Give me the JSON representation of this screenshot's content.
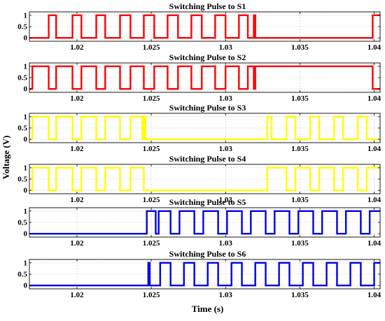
{
  "figure": {
    "xlabel": "Time (s)",
    "ylabel": "Voltage (V)"
  },
  "chart_data": [
    {
      "type": "line",
      "title": "Switching Pulse to S1",
      "color": "#ff0000",
      "xlim": [
        1.0168,
        1.0404
      ],
      "ylim": [
        -0.15,
        1.15
      ],
      "xticks": [
        1.02,
        1.025,
        1.03,
        1.035,
        1.04
      ],
      "yticks": [
        0,
        0.5,
        1
      ],
      "grid": true,
      "series": [
        {
          "x": [
            1.0168,
            1.0181,
            1.0181,
            1.0186,
            1.0186,
            1.0197,
            1.0197,
            1.0203,
            1.0203,
            1.0213,
            1.0213,
            1.0219,
            1.0219,
            1.0229,
            1.0229,
            1.0236,
            1.0236,
            1.0245,
            1.0245,
            1.0252,
            1.0252,
            1.0261,
            1.0261,
            1.0268,
            1.0268,
            1.0277,
            1.0277,
            1.0284,
            1.0284,
            1.0293,
            1.0293,
            1.03,
            1.03,
            1.0309,
            1.0309,
            1.0315,
            1.0315,
            1.0319,
            1.0319,
            1.032,
            1.032,
            1.0399,
            1.0399,
            1.0404
          ],
          "y": [
            0,
            0,
            1,
            1,
            0,
            0,
            1,
            1,
            0,
            0,
            1,
            1,
            0,
            0,
            1,
            1,
            0,
            0,
            1,
            1,
            0,
            0,
            1,
            1,
            0,
            0,
            1,
            1,
            0,
            0,
            1,
            1,
            0,
            0,
            1,
            1,
            0,
            0,
            1,
            1,
            0,
            0,
            1,
            1
          ]
        }
      ]
    },
    {
      "type": "line",
      "title": "Switching Pulse to S2",
      "color": "#ff0000",
      "xlim": [
        1.0168,
        1.0404
      ],
      "ylim": [
        -0.15,
        1.15
      ],
      "xticks": [
        1.02,
        1.025,
        1.03,
        1.035,
        1.04
      ],
      "yticks": [
        0,
        0.5,
        1
      ],
      "grid": true,
      "series": [
        {
          "x": [
            1.0168,
            1.017,
            1.017,
            1.0181,
            1.0181,
            1.0186,
            1.0186,
            1.0197,
            1.0197,
            1.0203,
            1.0203,
            1.0213,
            1.0213,
            1.0219,
            1.0219,
            1.0229,
            1.0229,
            1.0236,
            1.0236,
            1.0245,
            1.0245,
            1.0252,
            1.0252,
            1.0261,
            1.0261,
            1.0268,
            1.0268,
            1.0277,
            1.0277,
            1.0284,
            1.0284,
            1.0293,
            1.0293,
            1.03,
            1.03,
            1.0309,
            1.0309,
            1.0315,
            1.0315,
            1.0319,
            1.0319,
            1.032,
            1.032,
            1.0399,
            1.0399,
            1.04,
            1.04,
            1.0404
          ],
          "y": [
            0,
            0,
            1,
            1,
            0,
            0,
            1,
            1,
            0,
            0,
            1,
            1,
            0,
            0,
            1,
            1,
            0,
            0,
            1,
            1,
            0,
            0,
            1,
            1,
            0,
            0,
            1,
            1,
            0,
            0,
            1,
            1,
            0,
            0,
            1,
            1,
            0,
            0,
            1,
            1,
            0,
            0,
            1,
            1,
            0,
            0,
            0,
            0
          ]
        }
      ]
    },
    {
      "type": "line",
      "title": "Switching Pulse to S3",
      "color": "#ffff00",
      "xlim": [
        1.0168,
        1.0404
      ],
      "ylim": [
        -0.15,
        1.15
      ],
      "xticks": [
        1.02,
        1.025,
        1.03,
        1.035,
        1.04
      ],
      "yticks": [
        0,
        0.5,
        1
      ],
      "grid": true,
      "series": [
        {
          "x": [
            1.0168,
            1.017,
            1.017,
            1.0181,
            1.0181,
            1.0186,
            1.0186,
            1.0197,
            1.0197,
            1.0203,
            1.0203,
            1.0213,
            1.0213,
            1.0219,
            1.0219,
            1.0229,
            1.0229,
            1.0236,
            1.0236,
            1.0244,
            1.0244,
            1.0245,
            1.0245,
            1.0246,
            1.0246,
            1.0328,
            1.0328,
            1.0331,
            1.0331,
            1.0341,
            1.0341,
            1.0347,
            1.0347,
            1.0357,
            1.0357,
            1.0363,
            1.0363,
            1.0373,
            1.0373,
            1.0379,
            1.0379,
            1.0389,
            1.0389,
            1.0395,
            1.0395,
            1.0404
          ],
          "y": [
            0,
            0,
            1,
            1,
            0,
            0,
            1,
            1,
            0,
            0,
            1,
            1,
            0,
            0,
            1,
            1,
            0,
            0,
            1,
            1,
            0,
            0,
            1,
            1,
            0,
            0,
            1,
            1,
            0,
            0,
            1,
            1,
            0,
            0,
            1,
            1,
            0,
            0,
            1,
            1,
            0,
            0,
            1,
            1,
            0,
            0
          ]
        }
      ]
    },
    {
      "type": "line",
      "title": "Switching Pulse to S4",
      "color": "#ffff00",
      "xlim": [
        1.0168,
        1.0404
      ],
      "ylim": [
        -0.15,
        1.15
      ],
      "xticks": [
        1.02,
        1.025,
        1.03,
        1.035,
        1.04
      ],
      "yticks": [
        0,
        0.5,
        1
      ],
      "grid": true,
      "series": [
        {
          "x": [
            1.0168,
            1.017,
            1.017,
            1.0181,
            1.0181,
            1.0186,
            1.0186,
            1.0197,
            1.0197,
            1.0203,
            1.0203,
            1.0213,
            1.0213,
            1.0219,
            1.0219,
            1.0229,
            1.0229,
            1.0236,
            1.0236,
            1.0245,
            1.0245,
            1.0328,
            1.0328,
            1.0341,
            1.0341,
            1.0347,
            1.0347,
            1.0357,
            1.0357,
            1.0363,
            1.0363,
            1.0373,
            1.0373,
            1.0379,
            1.0379,
            1.0389,
            1.0389,
            1.0395,
            1.0395,
            1.0404
          ],
          "y": [
            0,
            0,
            1,
            1,
            0,
            0,
            1,
            1,
            0,
            0,
            1,
            1,
            0,
            0,
            1,
            1,
            0,
            0,
            1,
            1,
            0,
            0,
            1,
            1,
            0,
            0,
            1,
            1,
            0,
            0,
            1,
            1,
            0,
            0,
            1,
            1,
            0,
            0,
            1,
            1
          ]
        }
      ]
    },
    {
      "type": "line",
      "title": "Switching Pulse to S5",
      "color": "#0000e6",
      "xlim": [
        1.0168,
        1.0404
      ],
      "ylim": [
        -0.15,
        1.15
      ],
      "xticks": [
        1.02,
        1.025,
        1.03,
        1.035,
        1.04
      ],
      "yticks": [
        0,
        0.5,
        1
      ],
      "grid": true,
      "series": [
        {
          "x": [
            1.0168,
            1.0247,
            1.0247,
            1.0253,
            1.0253,
            1.0255,
            1.0255,
            1.0263,
            1.0263,
            1.0269,
            1.0269,
            1.0279,
            1.0279,
            1.0285,
            1.0285,
            1.0295,
            1.0295,
            1.0301,
            1.0301,
            1.0311,
            1.0311,
            1.0317,
            1.0317,
            1.0327,
            1.0327,
            1.0333,
            1.0333,
            1.0343,
            1.0343,
            1.0349,
            1.0349,
            1.0359,
            1.0359,
            1.0365,
            1.0365,
            1.0375,
            1.0375,
            1.0381,
            1.0381,
            1.0391,
            1.0391,
            1.0397,
            1.0397,
            1.0404
          ],
          "y": [
            0,
            0,
            1,
            1,
            0,
            0,
            1,
            1,
            0,
            0,
            1,
            1,
            0,
            0,
            1,
            1,
            0,
            0,
            1,
            1,
            0,
            0,
            1,
            1,
            0,
            0,
            1,
            1,
            0,
            0,
            1,
            1,
            0,
            0,
            1,
            1,
            0,
            0,
            1,
            1,
            0,
            0,
            1,
            1
          ]
        }
      ]
    },
    {
      "type": "line",
      "title": "Switching Pulse to S6",
      "color": "#0000e6",
      "xlim": [
        1.0168,
        1.0404
      ],
      "ylim": [
        -0.15,
        1.15
      ],
      "xticks": [
        1.02,
        1.025,
        1.03,
        1.035,
        1.04
      ],
      "yticks": [
        0,
        0.5,
        1
      ],
      "grid": true,
      "series": [
        {
          "x": [
            1.0168,
            1.0248,
            1.0248,
            1.0249,
            1.0249,
            1.0256,
            1.0256,
            1.0263,
            1.0263,
            1.0272,
            1.0272,
            1.0279,
            1.0279,
            1.0288,
            1.0288,
            1.0295,
            1.0295,
            1.0304,
            1.0304,
            1.0311,
            1.0311,
            1.032,
            1.032,
            1.0327,
            1.0327,
            1.0336,
            1.0336,
            1.0343,
            1.0343,
            1.0352,
            1.0352,
            1.0359,
            1.0359,
            1.0368,
            1.0368,
            1.0375,
            1.0375,
            1.0384,
            1.0384,
            1.0391,
            1.0391,
            1.04,
            1.04,
            1.0404
          ],
          "y": [
            0,
            0,
            1,
            1,
            0,
            0,
            1,
            1,
            0,
            0,
            1,
            1,
            0,
            0,
            1,
            1,
            0,
            0,
            1,
            1,
            0,
            0,
            1,
            1,
            0,
            0,
            1,
            1,
            0,
            0,
            1,
            1,
            0,
            0,
            1,
            1,
            0,
            0,
            1,
            1,
            0,
            0,
            1,
            1
          ]
        }
      ]
    }
  ]
}
